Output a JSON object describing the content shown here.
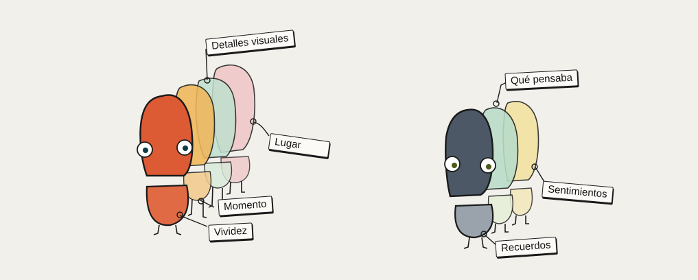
{
  "figures": [
    {
      "name": "vivid-memory-figure",
      "labels": [
        {
          "key": "detalles",
          "text": "Detalles visuales"
        },
        {
          "key": "lugar",
          "text": "Lugar"
        },
        {
          "key": "momento",
          "text": "Momento"
        },
        {
          "key": "vividez",
          "text": "Vividez"
        }
      ]
    },
    {
      "name": "dim-memory-figure",
      "labels": [
        {
          "key": "pensaba",
          "text": "Qué pensaba"
        },
        {
          "key": "sentimientos",
          "text": "Sentimientos"
        },
        {
          "key": "recuerdos",
          "text": "Recuerdos"
        }
      ]
    }
  ],
  "colors": {
    "background": "#f2f0eb",
    "vivid_red": "#dc5a34",
    "vivid_orange": "#f0b65a",
    "vivid_green": "#bfe0cf",
    "vivid_pink": "#efc6c6",
    "dim_slate": "#4c5866",
    "dim_gray": "#9aa3ab",
    "dim_green": "#b9dcc8",
    "dim_yellow": "#f2e19e",
    "ink": "#1a1a1a",
    "eye_left": "#0f3a4a",
    "eye_right": "#4a5a1a"
  }
}
